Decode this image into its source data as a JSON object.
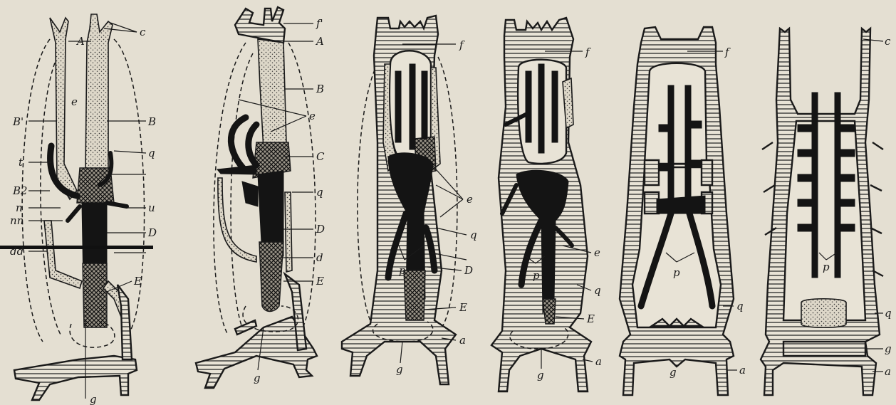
{
  "figure": {
    "panels": [
      {
        "id": "1",
        "labels": [
          "A",
          "c",
          "e",
          "B'",
          "B",
          "q",
          "t",
          "B2",
          "n",
          "nn",
          "u",
          "D",
          "dd",
          "E",
          "g"
        ]
      },
      {
        "id": "2",
        "labels": [
          "f'",
          "A",
          "B",
          "e",
          "C",
          "q",
          "D",
          "d",
          "E",
          "g"
        ]
      },
      {
        "id": "3",
        "labels": [
          "f",
          "e",
          "q",
          "p",
          "D",
          "E",
          "a",
          "g"
        ]
      },
      {
        "id": "4",
        "labels": [
          "f",
          "e",
          "p",
          "q",
          "E",
          "a",
          "g"
        ]
      },
      {
        "id": "5",
        "labels": [
          "f",
          "p",
          "q",
          "g",
          "a"
        ]
      },
      {
        "id": "6",
        "labels": [
          "c",
          "p",
          "q",
          "g",
          "a"
        ]
      }
    ]
  }
}
